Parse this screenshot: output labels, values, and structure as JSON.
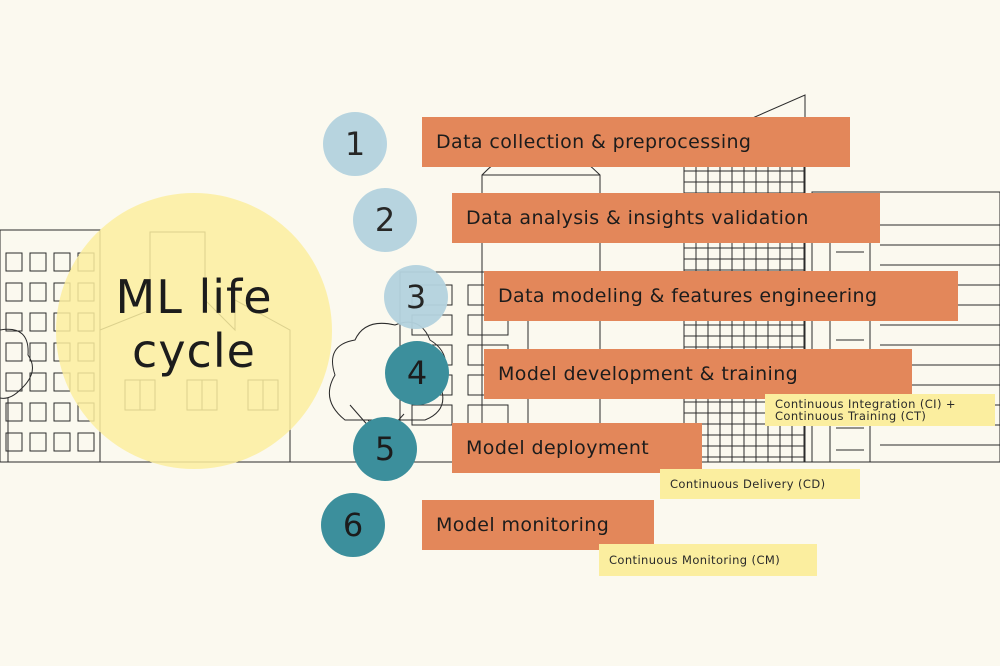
{
  "title": "ML life cycle",
  "colors": {
    "background": "#fbf9ef",
    "hero_circle": "#fbee9f",
    "step_box": "#e3875a",
    "circle_light": "#b4d3df",
    "circle_dark": "#3c8f9c",
    "note_box": "#fbee9f",
    "line_art": "#2b2b2b"
  },
  "steps": [
    {
      "number": "1",
      "label": "Data collection & preprocessing",
      "circle_style": "light"
    },
    {
      "number": "2",
      "label": "Data analysis & insights validation",
      "circle_style": "light"
    },
    {
      "number": "3",
      "label": "Data modeling & features engineering",
      "circle_style": "light"
    },
    {
      "number": "4",
      "label": "Model development & training",
      "circle_style": "dark"
    },
    {
      "number": "5",
      "label": "Model deployment",
      "circle_style": "dark"
    },
    {
      "number": "6",
      "label": "Model monitoring",
      "circle_style": "dark"
    }
  ],
  "notes": [
    {
      "line1": "Continuous Integration (CI) +",
      "line2": "Continuous Training (CT)"
    },
    {
      "line1": "Continuous Delivery (CD)",
      "line2": ""
    },
    {
      "line1": "Continuous Monitoring (CM)",
      "line2": ""
    }
  ]
}
